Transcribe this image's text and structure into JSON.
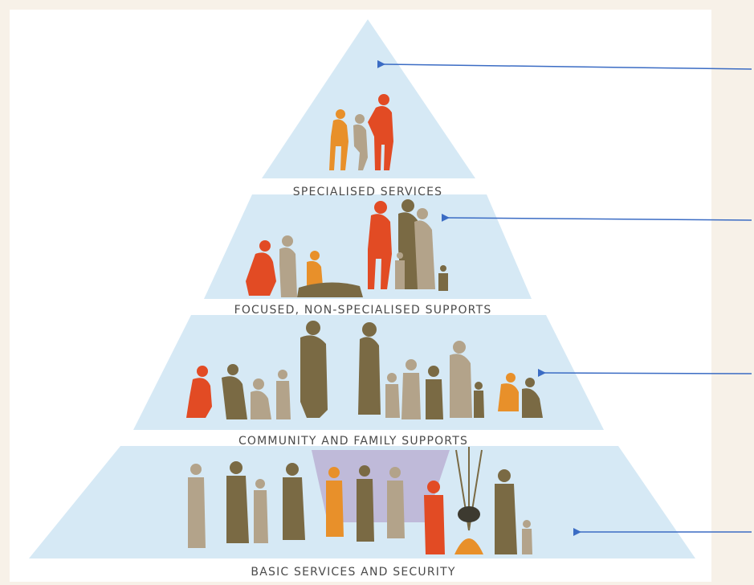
{
  "diagram": {
    "layers": [
      {
        "id": "top",
        "label": "SPECIALISED SERVICES"
      },
      {
        "id": "second",
        "label": "FOCUSED, NON-SPECIALISED SUPPORTS"
      },
      {
        "id": "third",
        "label": "COMMUNITY AND FAMILY SUPPORTS"
      },
      {
        "id": "base",
        "label": "BASIC SERVICES AND SECURITY"
      }
    ],
    "colors": {
      "background": "#f7f1e8",
      "panel": "#ffffff",
      "pyramid_fill": "#d6e9f5",
      "arrow": "#3b6cc4",
      "figure_orange": "#e8902a",
      "figure_red": "#e24b24",
      "figure_brown": "#7a6a44",
      "figure_tan": "#b3a38a",
      "tent": "#b7a9cf"
    }
  }
}
